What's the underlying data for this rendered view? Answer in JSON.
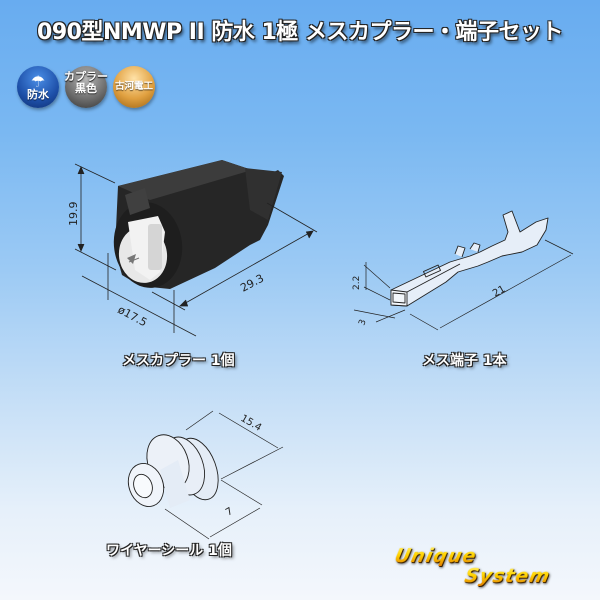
{
  "title": "090型NMWP II 防水 1極 メスカプラー・端子セット",
  "badges": [
    {
      "name": "waterproof",
      "icon": "umbrella-icon",
      "label": "防水",
      "color": "#1d4fa8"
    },
    {
      "name": "coupler-color",
      "line1": "カプラー",
      "line2": "黒色",
      "color": "#707070"
    },
    {
      "name": "maker",
      "label": "古河電工",
      "color": "#e0a040"
    }
  ],
  "parts": {
    "coupler": {
      "label": "メスカプラー 1個",
      "dimensions": {
        "height": "19.9",
        "length": "29.3",
        "diameter": "ø17.5"
      },
      "body_color": "#2a2a2a"
    },
    "terminal": {
      "label": "メス端子 1本",
      "dimensions": {
        "height": "2.2",
        "width": "3",
        "length": "21"
      }
    },
    "wire_seal": {
      "label": "ワイヤーシール 1個",
      "dimensions": {
        "length": "15.4",
        "part_length": "7"
      }
    }
  },
  "logo": {
    "line1": "Unique",
    "line2": "System",
    "color": "#ffd400"
  }
}
